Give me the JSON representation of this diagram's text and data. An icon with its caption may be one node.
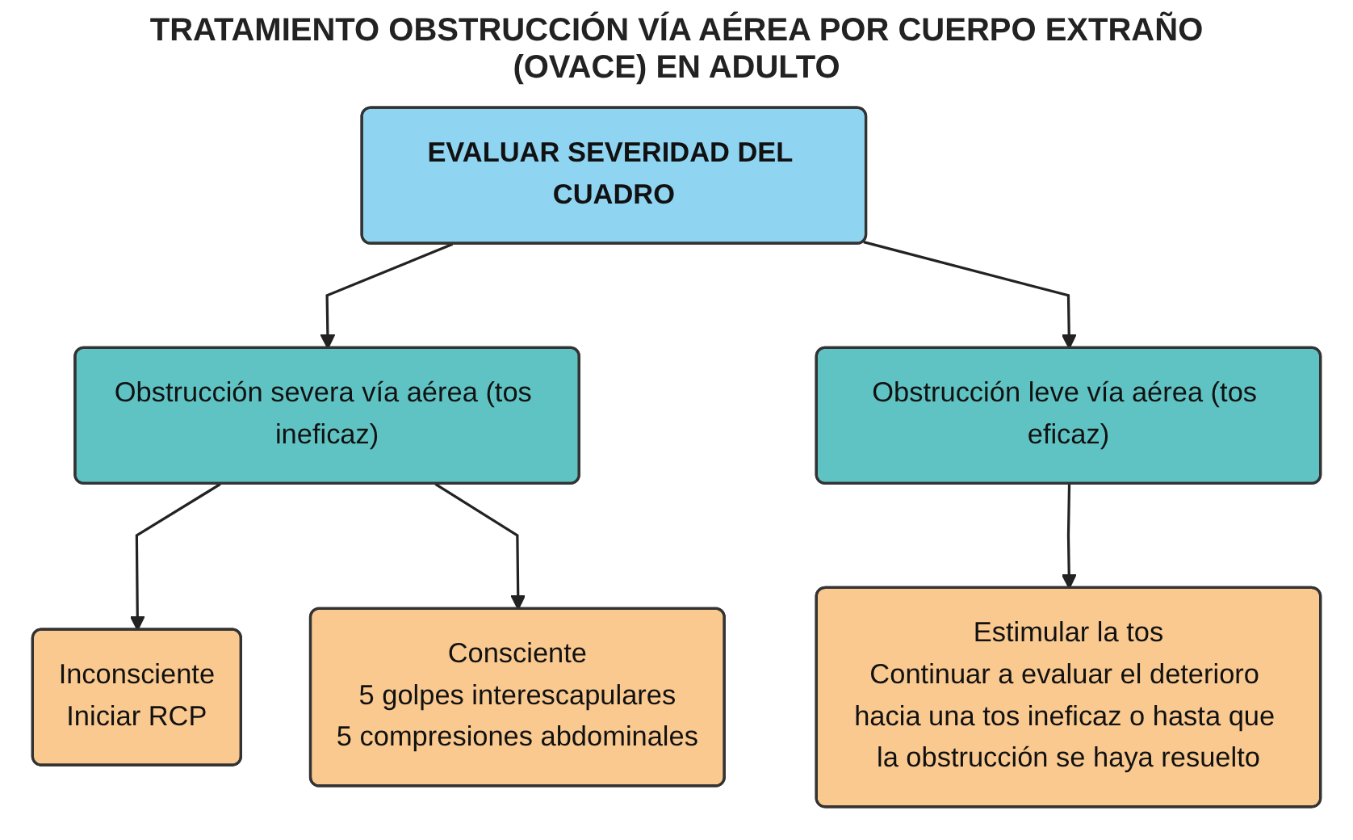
{
  "diagram": {
    "title": "TRATAMIENTO OBSTRUCCIÓN VÍA AÉREA POR CUERPO EXTRAÑO (OVACE) EN ADULTO",
    "nodes": [
      {
        "text": [
          "EVALUAR SEVERIDAD DEL CUADRO"
        ]
      },
      {
        "text": [
          "Obstrucción severa vía aérea (tos ineficaz)"
        ]
      },
      {
        "text": [
          "Obstrucción leve vía aérea (tos eficaz)"
        ]
      },
      {
        "text": [
          "Inconsciente",
          "Iniciar RCP"
        ]
      },
      {
        "text": [
          "Consciente",
          "5 golpes interescapulares",
          "5 compresiones abdominales"
        ]
      },
      {
        "text": [
          "Estimular la tos",
          "Continuar a evaluar el deterioro hacia una tos ineficaz o hasta que la obstrucción se haya resuelto"
        ]
      }
    ],
    "edges": [
      {
        "from": 0,
        "to": 1,
        "arrow": "to"
      },
      {
        "from": 0,
        "to": 2,
        "arrow": "to"
      },
      {
        "from": 1,
        "to": 3,
        "arrow": "to"
      },
      {
        "from": 1,
        "to": 4,
        "arrow": "to"
      },
      {
        "from": 2,
        "to": 5,
        "arrow": "to"
      }
    ]
  }
}
